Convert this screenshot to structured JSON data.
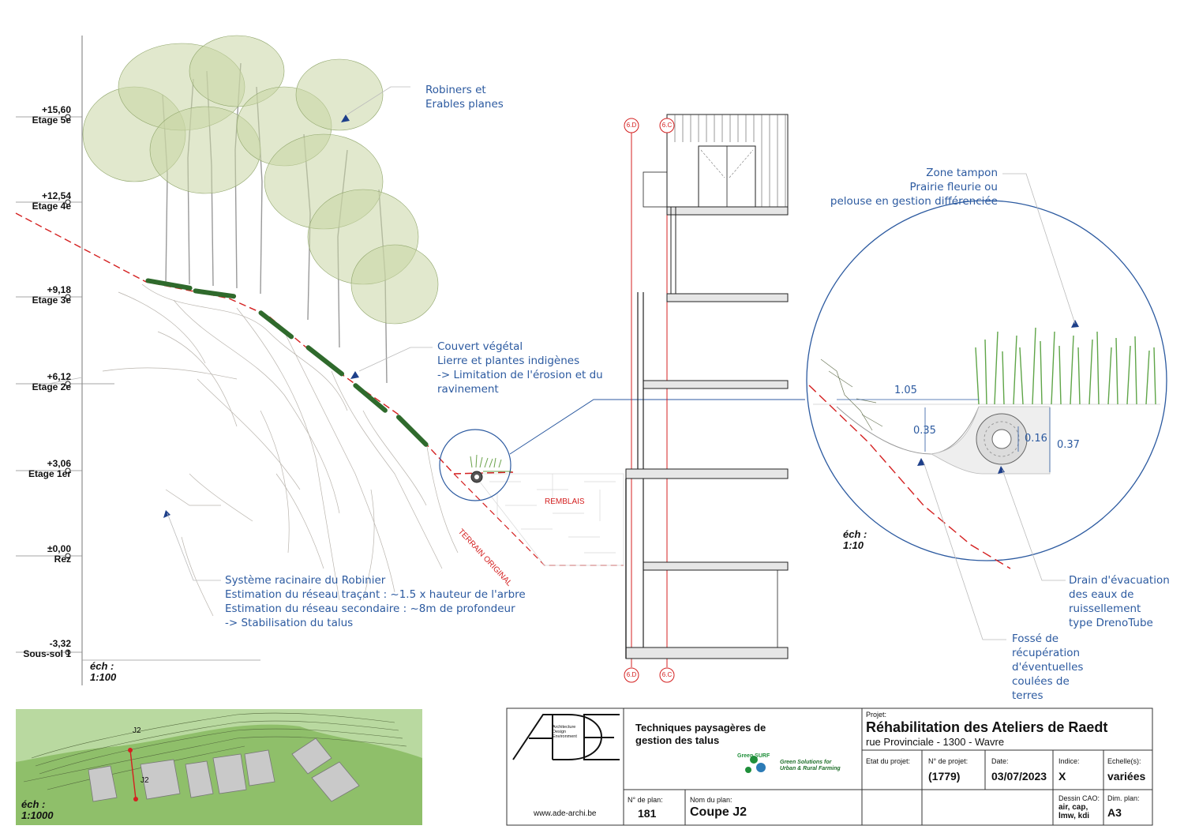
{
  "levels": [
    {
      "value": "+15,60",
      "name": "Etage 5e"
    },
    {
      "value": "+12,54",
      "name": "Etage 4e"
    },
    {
      "value": "+9,18",
      "name": "Etage 3e"
    },
    {
      "value": "+6,12",
      "name": "Etage 2e"
    },
    {
      "value": "+3,06",
      "name": "Etage 1er"
    },
    {
      "value": "±0,00",
      "name": "Rez"
    },
    {
      "value": "-3,32",
      "name": "Sous-sol 1"
    }
  ],
  "annotations": {
    "trees": [
      "Robiners et",
      "Erables planes"
    ],
    "cover": [
      "Couvert végétal",
      "Lierre et plantes indigènes",
      "-> Limitation de l'érosion et du",
      "ravinement"
    ],
    "roots": [
      "Système racinaire du Robinier",
      "Estimation du réseau traçant : ~1.5 x hauteur de l'arbre",
      "Estimation du réseau secondaire : ~8m de profondeur",
      "-> Stabilisation du talus"
    ],
    "buffer": [
      "Zone tampon",
      "Prairie fleurie ou",
      "pelouse en gestion différenciée"
    ],
    "drain": [
      "Drain d'évacuation",
      "des eaux de",
      "ruissellement",
      "type DrenoTube"
    ],
    "ditch": [
      "Fossé  de",
      "récupération",
      "d'éventuelles",
      "coulées de",
      "terres"
    ]
  },
  "labels": {
    "remblais": "REMBLAIS",
    "terrain": "TERRAIN ORIGINAL",
    "grid_6d": "6.D",
    "grid_6c": "6.C"
  },
  "detail_dims": {
    "width": "1.05",
    "depth": "0.35",
    "pipe": "0.16",
    "total": "0.37"
  },
  "scales": {
    "label": "éch :",
    "section": "1:100",
    "detail": "1:10",
    "plan": "1:1000"
  },
  "keyplan": {
    "cut_label": "J2",
    "cut_label_end": "J2"
  },
  "title_block": {
    "logo_text": "ADE",
    "logo_sub": [
      "Architecture",
      "Design",
      "Environment"
    ],
    "website": "www.ade-archi.be",
    "drawing_desc": [
      "Techniques paysagères de",
      "gestion des talus"
    ],
    "partner_name": "Green SURF",
    "partner_tagline": [
      "Green Solutions for",
      "Urban & Rural Farming"
    ],
    "project_label": "Projet:",
    "project_name": "Réhabilitation des Ateliers de Raedt",
    "address": "rue Provinciale - 1300 - Wavre",
    "etat_label": "Etat du projet:",
    "etat_value": "",
    "num_projet_label": "N° de projet:",
    "num_projet": "(1779)",
    "date_label": "Date:",
    "date": "03/07/2023",
    "indice_label": "Indice:",
    "indice": "X",
    "echelle_label": "Echelle(s):",
    "echelle": "variées",
    "num_plan_label": "N° de plan:",
    "num_plan": "181",
    "nom_plan_label": "Nom du plan:",
    "nom_plan": "Coupe J2",
    "dessin_label": "Dessin CAO:",
    "dessin": [
      "air, cap,",
      "lmw, kdi"
    ],
    "dim_label": "Dim. plan:",
    "dim": "A3"
  },
  "colors": {
    "annotation": "#2c5aa0",
    "red_line": "#d42020",
    "foliage": "#9bb46a",
    "plan_green": "#8fbf6a"
  }
}
